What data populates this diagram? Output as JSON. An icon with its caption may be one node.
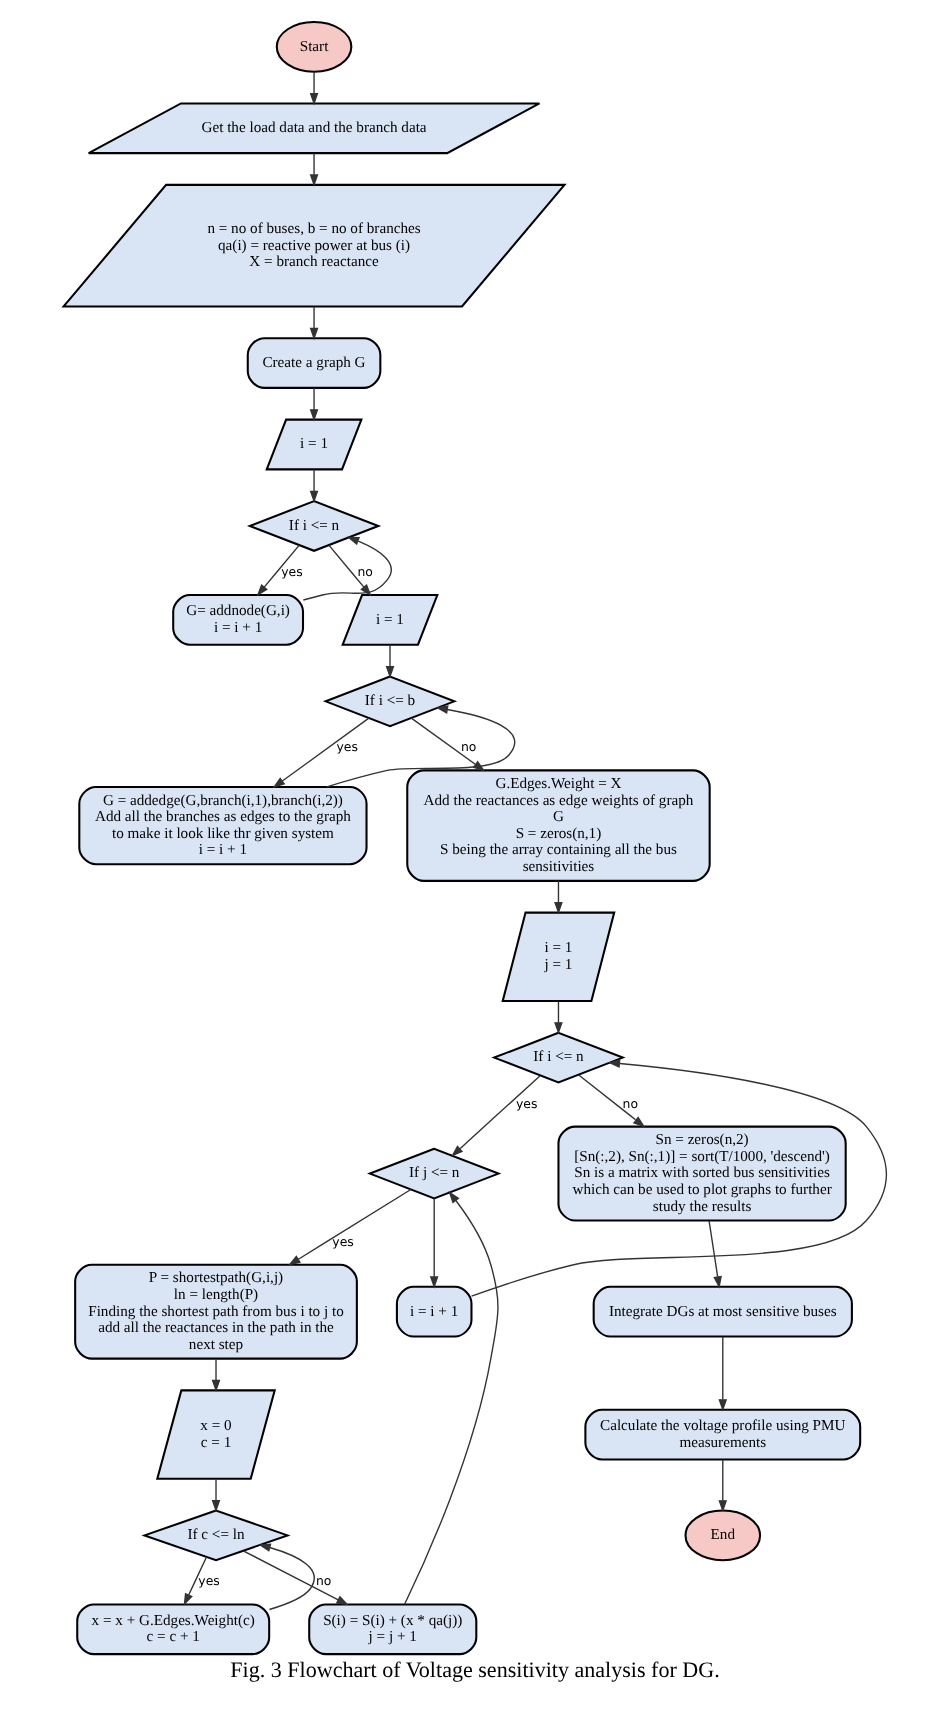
{
  "diagram": {
    "caption": "Fig. 3 Flowchart of Voltage sensitivity analysis for DG.",
    "nodes": [
      {
        "text": [
          "Start"
        ]
      },
      {
        "text": [
          "Get the load data and the branch data"
        ]
      },
      {
        "text": [
          "n = no of buses, b = no of branches",
          "qa(i) = reactive power at bus (i)",
          "X = branch reactance"
        ]
      },
      {
        "text": [
          "Create a graph G"
        ]
      },
      {
        "text": [
          "i = 1"
        ]
      },
      {
        "text": [
          "If i <= n"
        ]
      },
      {
        "text": [
          "G= addnode(G,i)",
          "i = i + 1"
        ]
      },
      {
        "text": [
          "i = 1"
        ]
      },
      {
        "text": [
          "If i <= b"
        ]
      },
      {
        "text": [
          "G = addedge(G,branch(i,1),branch(i,2))",
          "Add all the branches as edges to the graph to make it look like thr given system",
          "i = i + 1"
        ]
      },
      {
        "text": [
          "G.Edges.Weight = X",
          "Add the reactances as edge weights of graph G",
          "S = zeros(n,1)",
          "S being the array containing all the bus sensitivities"
        ]
      },
      {
        "text": [
          "i = 1",
          "j = 1"
        ]
      },
      {
        "text": [
          "If i <= n"
        ]
      },
      {
        "text": [
          "If j <= n"
        ]
      },
      {
        "text": [
          "P = shortestpath(G,i,j)",
          "ln = length(P)",
          "Finding the shortest path from bus i to j to add all the reactances in the path in the next step"
        ]
      },
      {
        "text": [
          "x = 0",
          "c = 1"
        ]
      },
      {
        "text": [
          "If c <= ln"
        ]
      },
      {
        "text": [
          "x = x + G.Edges.Weight(c)",
          "c = c + 1"
        ]
      },
      {
        "text": [
          "S(i) = S(i) + (x * qa(j))",
          "j = j + 1"
        ]
      },
      {
        "text": [
          "i = i + 1"
        ]
      },
      {
        "text": [
          "Sn = zeros(n,2)",
          "[Sn(:,2), Sn(:,1)] = sort(T/1000, 'descend')",
          "Sn is a matrix with sorted bus sensitivities which can be used to plot graphs to further study the results"
        ]
      },
      {
        "text": [
          "Integrate DGs at most sensitive buses"
        ]
      },
      {
        "text": [
          "Calculate the voltage profile using PMU measurements"
        ]
      },
      {
        "text": [
          "End"
        ]
      }
    ],
    "edges": [
      {
        "from": 0,
        "to": 1,
        "arrow": "to"
      },
      {
        "from": 1,
        "to": 2,
        "arrow": "to"
      },
      {
        "from": 2,
        "to": 3,
        "arrow": "to"
      },
      {
        "from": 3,
        "to": 4,
        "arrow": "to"
      },
      {
        "from": 4,
        "to": 5,
        "arrow": "to"
      },
      {
        "from": 5,
        "to": 6,
        "arrow": "to",
        "label": "yes"
      },
      {
        "from": 6,
        "to": 5,
        "arrow": "to"
      },
      {
        "from": 5,
        "to": 7,
        "arrow": "to",
        "label": "no"
      },
      {
        "from": 7,
        "to": 8,
        "arrow": "to"
      },
      {
        "from": 8,
        "to": 9,
        "arrow": "to",
        "label": "yes"
      },
      {
        "from": 9,
        "to": 8,
        "arrow": "to"
      },
      {
        "from": 8,
        "to": 10,
        "arrow": "to",
        "label": "no"
      },
      {
        "from": 10,
        "to": 11,
        "arrow": "to"
      },
      {
        "from": 11,
        "to": 12,
        "arrow": "to"
      },
      {
        "from": 12,
        "to": 13,
        "arrow": "to",
        "label": "yes"
      },
      {
        "from": 13,
        "to": 14,
        "arrow": "to",
        "label": "yes"
      },
      {
        "from": 14,
        "to": 15,
        "arrow": "to"
      },
      {
        "from": 15,
        "to": 16,
        "arrow": "to"
      },
      {
        "from": 16,
        "to": 17,
        "arrow": "to",
        "label": "yes"
      },
      {
        "from": 17,
        "to": 16,
        "arrow": "to"
      },
      {
        "from": 16,
        "to": 18,
        "arrow": "to",
        "label": "no"
      },
      {
        "from": 18,
        "to": 13,
        "arrow": "to"
      },
      {
        "from": 13,
        "to": 19,
        "arrow": "to"
      },
      {
        "from": 19,
        "to": 12,
        "arrow": "to"
      },
      {
        "from": 12,
        "to": 20,
        "arrow": "to",
        "label": "no"
      },
      {
        "from": 20,
        "to": 21,
        "arrow": "to"
      },
      {
        "from": 21,
        "to": 22,
        "arrow": "to"
      },
      {
        "from": 22,
        "to": 23,
        "arrow": "to"
      }
    ]
  }
}
